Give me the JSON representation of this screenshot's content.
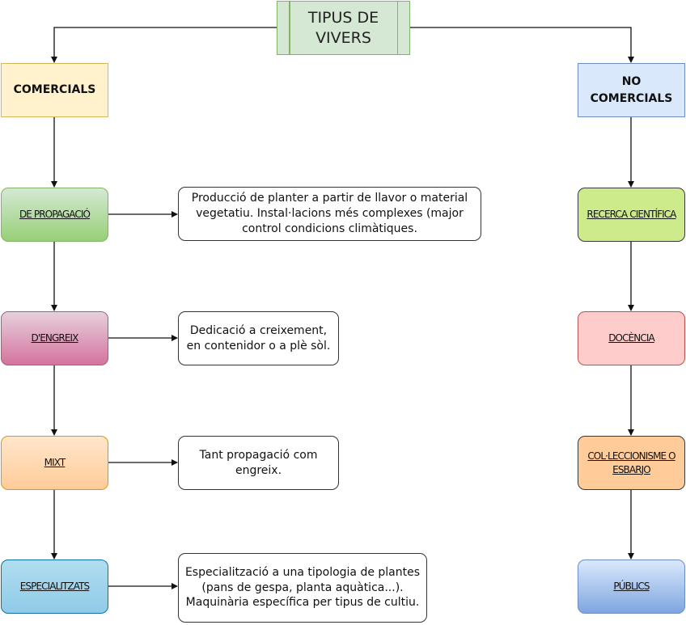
{
  "title": "TIPUS DE VIVERS",
  "branches": {
    "left": "COMERCIALS",
    "right": "NO COMERCIALS"
  },
  "comercials": [
    {
      "label": "DE PROPAGACIÓ",
      "description": "Producció de planter a partir de llavor o material vegetatiu. Instal·lacions més complexes (major control condicions climàtiques."
    },
    {
      "label": "D'ENGREIX",
      "description": "Dedicació a creixement, en contenidor o a plè sòl."
    },
    {
      "label": "MIXT",
      "description": "Tant propagació com engreix."
    },
    {
      "label": "ESPECIALITZATS",
      "description": "Especialització a una tipologia de plantes (pans de gespa, planta aquàtica...). Maquinària específica per tipus de cultiu."
    }
  ],
  "no_comercials": [
    {
      "label": "RECERCA CIENTÍFICA"
    },
    {
      "label": "DOCÈNCIA"
    },
    {
      "label": "COL·LECCIONISME O ESBARJO"
    },
    {
      "label": "PÚBLICS"
    }
  ]
}
